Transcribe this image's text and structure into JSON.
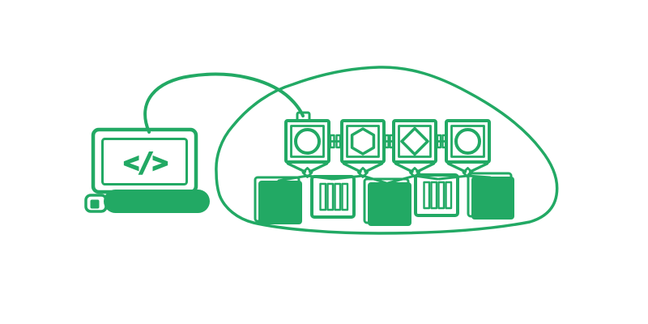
{
  "meta": {
    "title": "Laptop connected to a cloud computing cluster — line-art illustration",
    "style": "single-color outline illustration"
  },
  "colors": {
    "accent": "#22A964",
    "background": "#FFFFFF"
  },
  "laptop": {
    "code_symbol": "</>",
    "parts": [
      "screen-outer-frame",
      "screen-inner-frame",
      "code-icon",
      "solid-base",
      "side-plug"
    ]
  },
  "connection": {
    "type": "curved-arc",
    "from": "laptop-screen-top",
    "to": "cloud-monitor-1-top"
  },
  "cloud": {
    "monitors": [
      {
        "id": 1,
        "screen_shape": "circle"
      },
      {
        "id": 2,
        "screen_shape": "hexagon"
      },
      {
        "id": 3,
        "screen_shape": "diamond"
      },
      {
        "id": 4,
        "screen_shape": "circle"
      }
    ],
    "monitor_links": 3,
    "storage_units": [
      {
        "id": 1,
        "type": "solid-box"
      },
      {
        "id": 2,
        "type": "striped-crate",
        "slats": 4
      },
      {
        "id": 3,
        "type": "solid-box"
      },
      {
        "id": 4,
        "type": "striped-crate",
        "slats": 4
      },
      {
        "id": 5,
        "type": "solid-box"
      }
    ]
  }
}
